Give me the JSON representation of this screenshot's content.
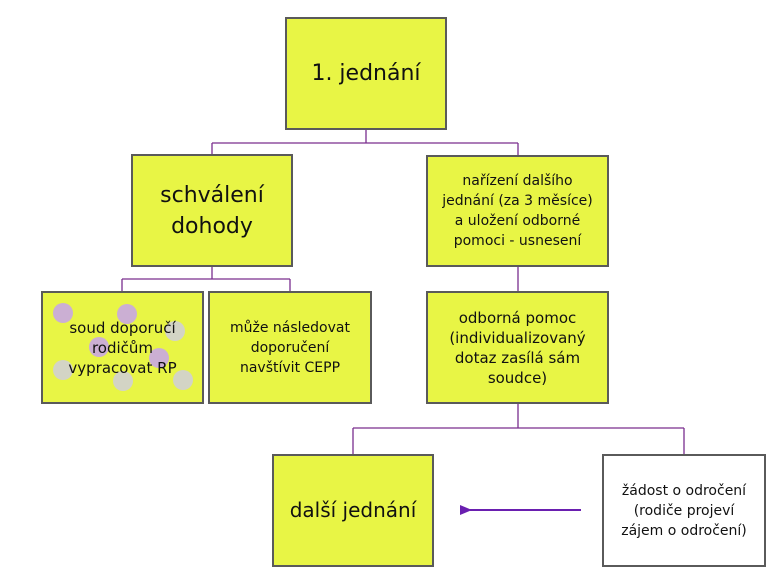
{
  "nodes": {
    "first_hearing": "1. jednání",
    "approval": "schválení dohody",
    "order": "nařízení dalšího jednání (za 3 měsíce) a uložení odborné pomoci - usnesení",
    "court_recommends": "soud doporučí rodičům vypracovat RP",
    "may_visit": "může následovat doporučení navštívit CEPP",
    "expert_help": "odborná pomoc (individualizovaný dotaz zasílá sám soudce)",
    "next_hearing": "další jednání",
    "postponement": "žádost o odročení (rodiče projeví zájem o odročení)"
  },
  "colors": {
    "box_fill": "#e8f545",
    "box_border": "#5a5a5a",
    "connector": "#7a2e8e",
    "arrow": "#6a1fb0",
    "dot_purple": "#c8a8e0",
    "dot_gray": "#d0d0d0"
  }
}
